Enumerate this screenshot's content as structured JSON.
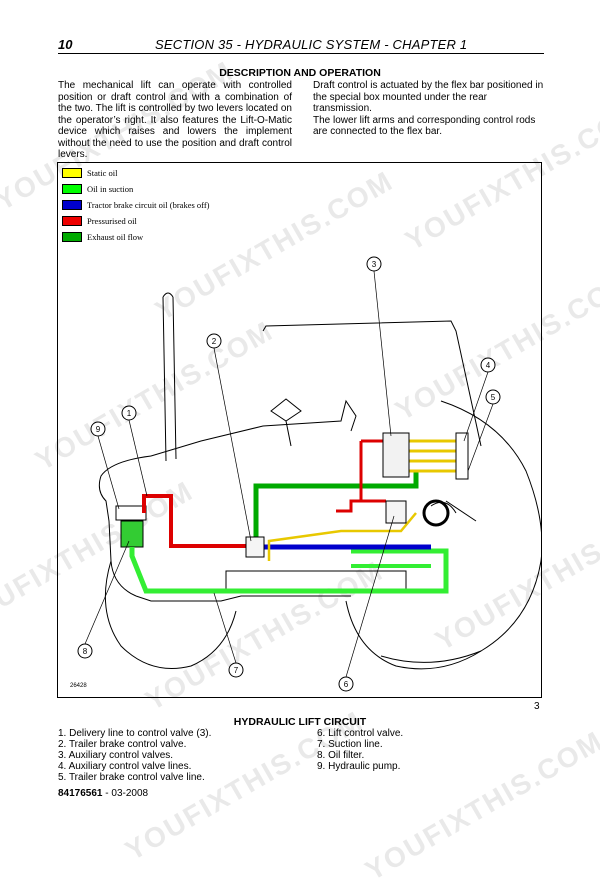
{
  "header": {
    "page_number": "10",
    "title": "SECTION 35 - HYDRAULIC SYSTEM - CHAPTER 1"
  },
  "section": {
    "title": "DESCRIPTION AND OPERATION",
    "left_paragraph": "The mechanical lift can operate with controlled position or draft control and with a combination of the two. The lift is controlled by two levers located on the operator’s right. It also features the Lift-O-Matic device which raises and lowers the implement without the need to use the position and draft control levers.",
    "right_paragraph_1": "Draft control is actuated by the flex bar positioned in the special box mounted under the rear transmission.",
    "right_paragraph_2": "The lower lift arms and corresponding control rods are connected to the flex bar."
  },
  "legend": [
    {
      "label": "Static oil",
      "color": "#ffff00"
    },
    {
      "label": "Oil in suction",
      "color": "#00ff00"
    },
    {
      "label": "Tractor brake circuit oil (brakes off)",
      "color": "#0000cc"
    },
    {
      "label": "Pressurised oil",
      "color": "#ee0000"
    },
    {
      "label": "Exhaust oil flow",
      "color": "#00aa00"
    }
  ],
  "figure": {
    "number": "26428",
    "reference": "3",
    "callouts": [
      "1",
      "2",
      "3",
      "4",
      "5",
      "6",
      "7",
      "8",
      "9"
    ]
  },
  "caption": {
    "title": "HYDRAULIC LIFT CIRCUIT",
    "items_left": [
      "1.   Delivery line to control valve (3).",
      "2.   Trailer brake control valve.",
      "3.   Auxiliary control valves.",
      "4.   Auxiliary control valve lines.",
      "5.   Trailer brake control valve line."
    ],
    "items_right": [
      "6.   Lift control valve.",
      "7.   Suction line.",
      "8.   Oil filter.",
      "9.   Hydraulic pump."
    ]
  },
  "footer": {
    "code": "84176561",
    "separator": " - ",
    "date": "03-2008"
  },
  "watermark": "YOUFIXTHIS.COM"
}
